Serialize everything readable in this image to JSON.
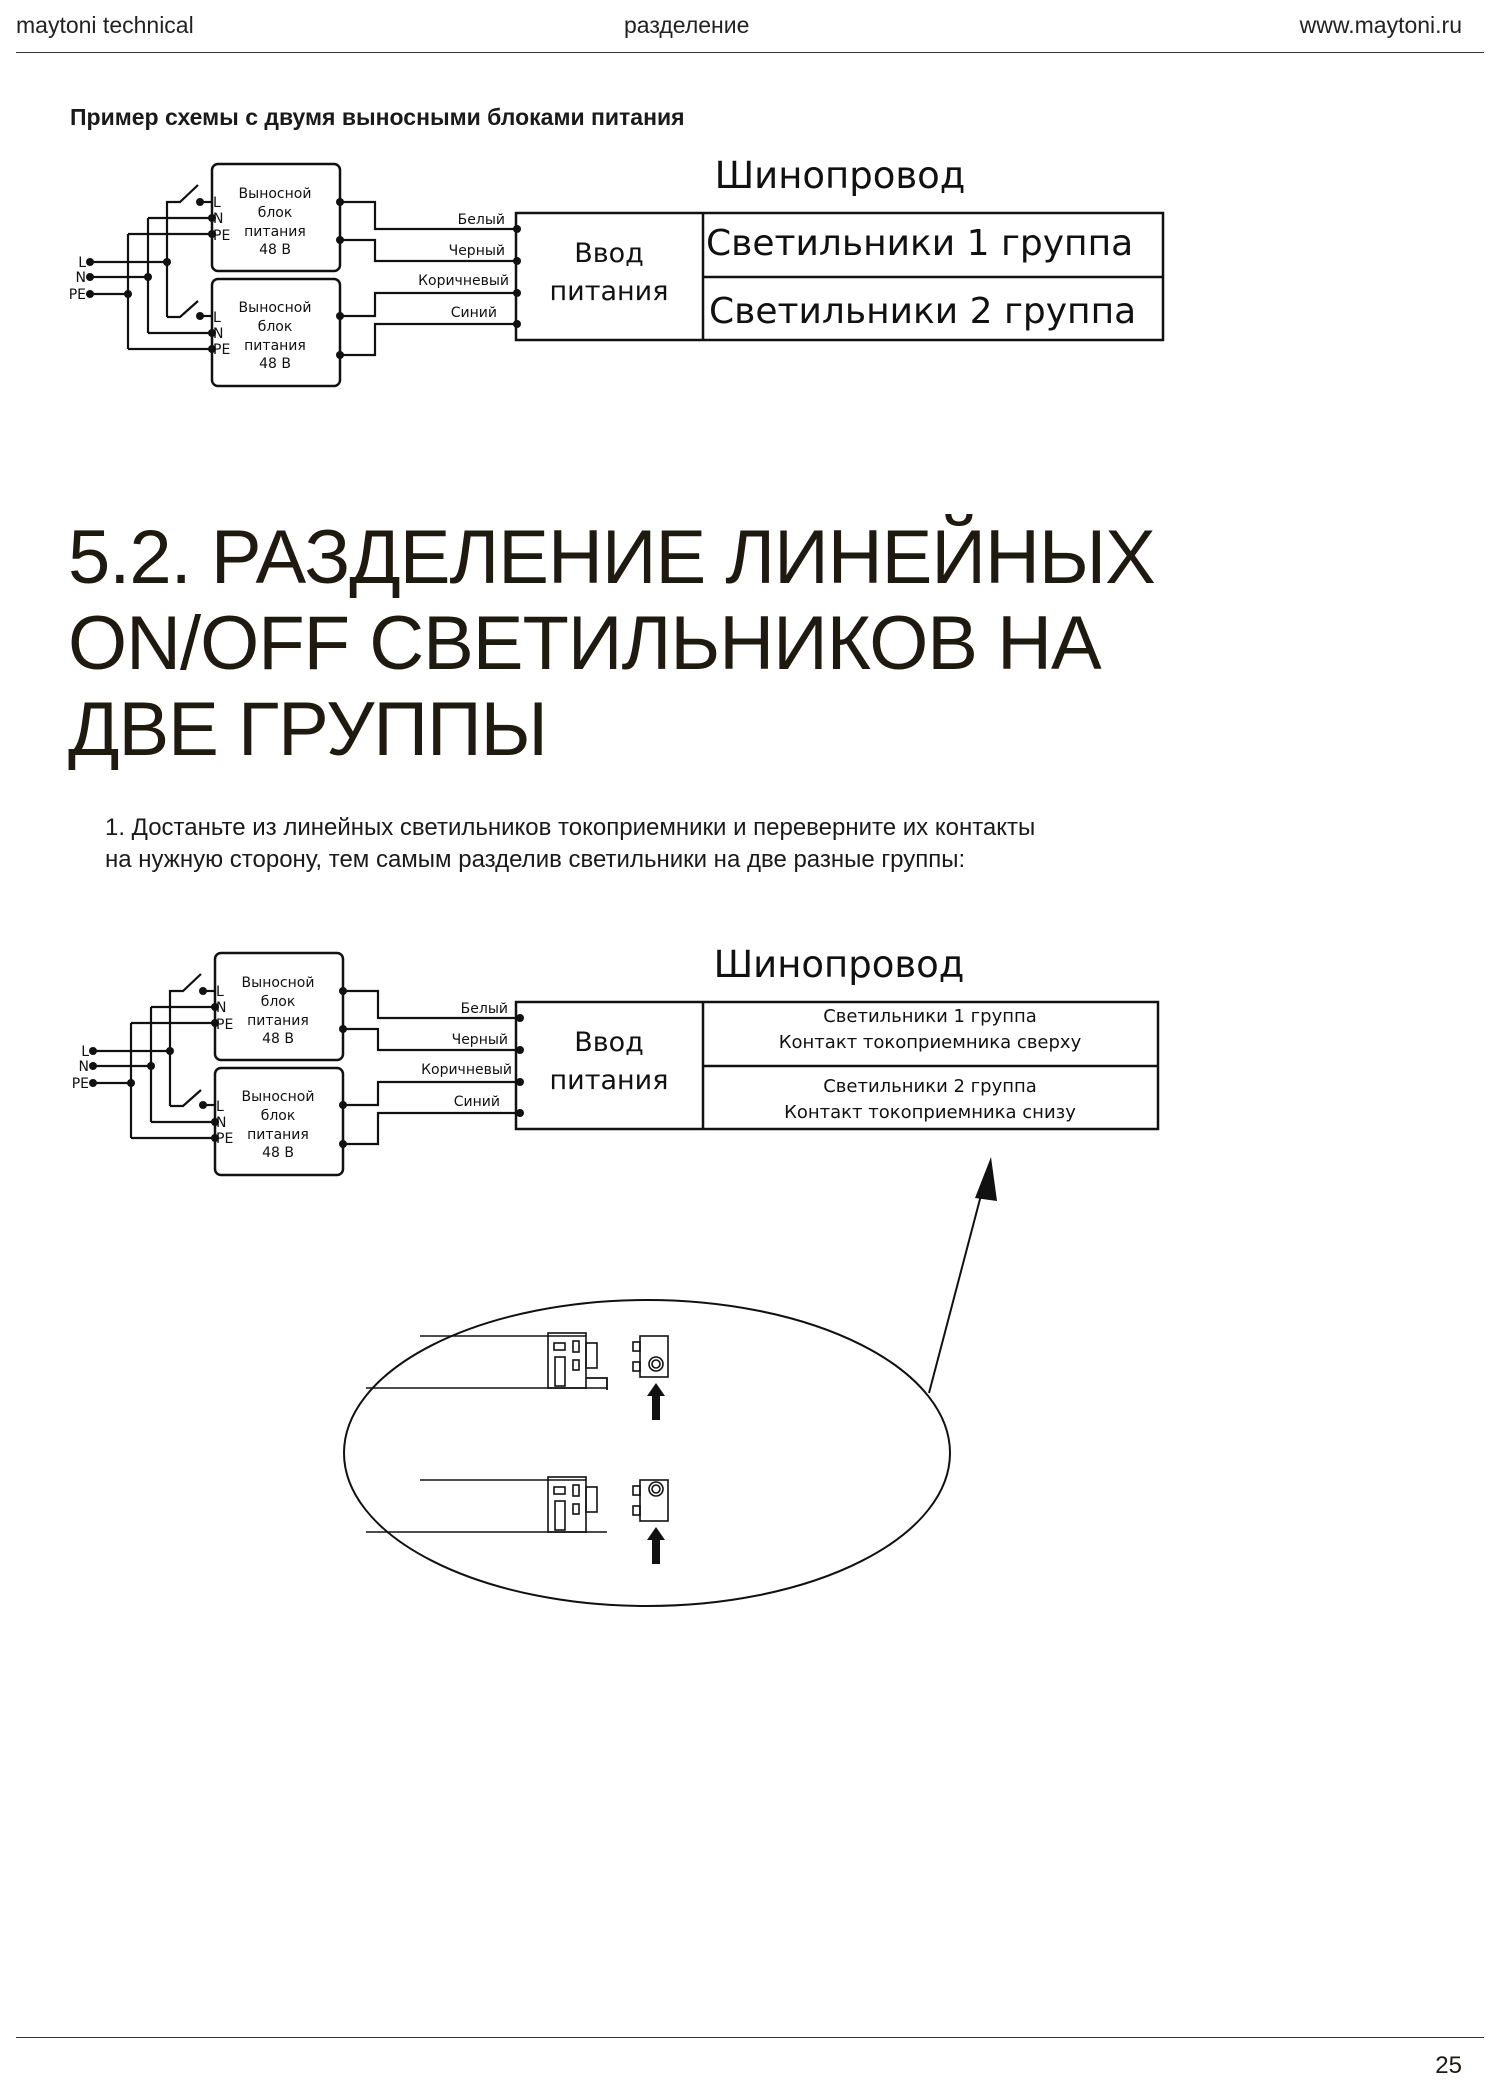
{
  "header": {
    "left": "maytoni technical",
    "center": "разделение",
    "right": "www.maytoni.ru"
  },
  "subtitle": "Пример схемы с двумя выносными блоками питания",
  "diagram1": {
    "inputs": [
      "L",
      "N",
      "PE"
    ],
    "psu": [
      "Выносной",
      "блок",
      "питания",
      "48 В"
    ],
    "psu_terminals": [
      "L",
      "N",
      "PE"
    ],
    "wires": [
      "Белый",
      "Черный",
      "Коричневый",
      "Синий"
    ],
    "input_label": [
      "Ввод",
      "питания"
    ],
    "track_title": "Шинопровод",
    "group1": "Светильники 1 группа",
    "group2": "Светильники 2 группа"
  },
  "heading": [
    "5.2. РАЗДЕЛЕНИЕ ЛИНЕЙНЫХ",
    "ON/OFF СВЕТИЛЬНИКОВ НА",
    "ДВЕ ГРУППЫ"
  ],
  "step1": [
    "1. Достаньте из линейных светильников токоприемники и переверните их контакты",
    "на нужную сторону, тем самым разделив светильники на две разные группы:"
  ],
  "diagram2": {
    "group1": [
      "Светильники 1 группа",
      "Контакт токоприемника сверху"
    ],
    "group2": [
      "Светильники 2 группа",
      "Контакт токоприемника снизу"
    ]
  },
  "footer": {
    "page": "25"
  }
}
